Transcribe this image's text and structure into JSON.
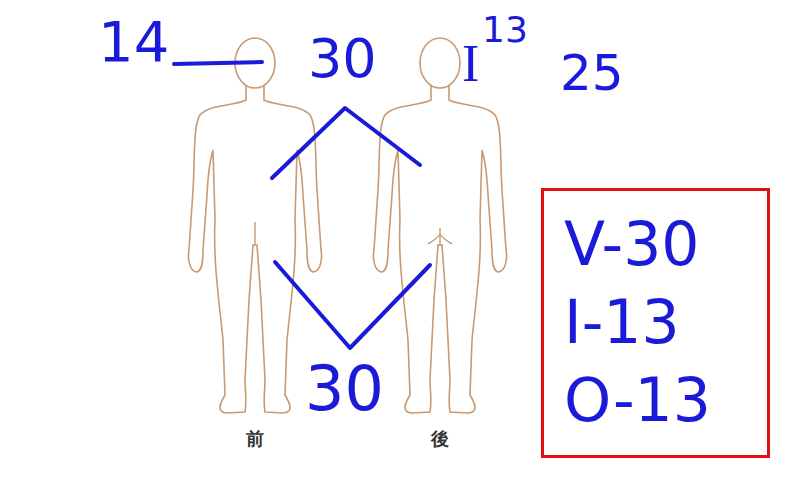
{
  "diagram": {
    "nodes": [
      {
        "text": [
          "V-30",
          "I-13",
          "O-13"
        ]
      }
    ],
    "labels": [
      "14",
      "30",
      "I",
      "13",
      "25",
      "30",
      "前",
      "後"
    ]
  }
}
